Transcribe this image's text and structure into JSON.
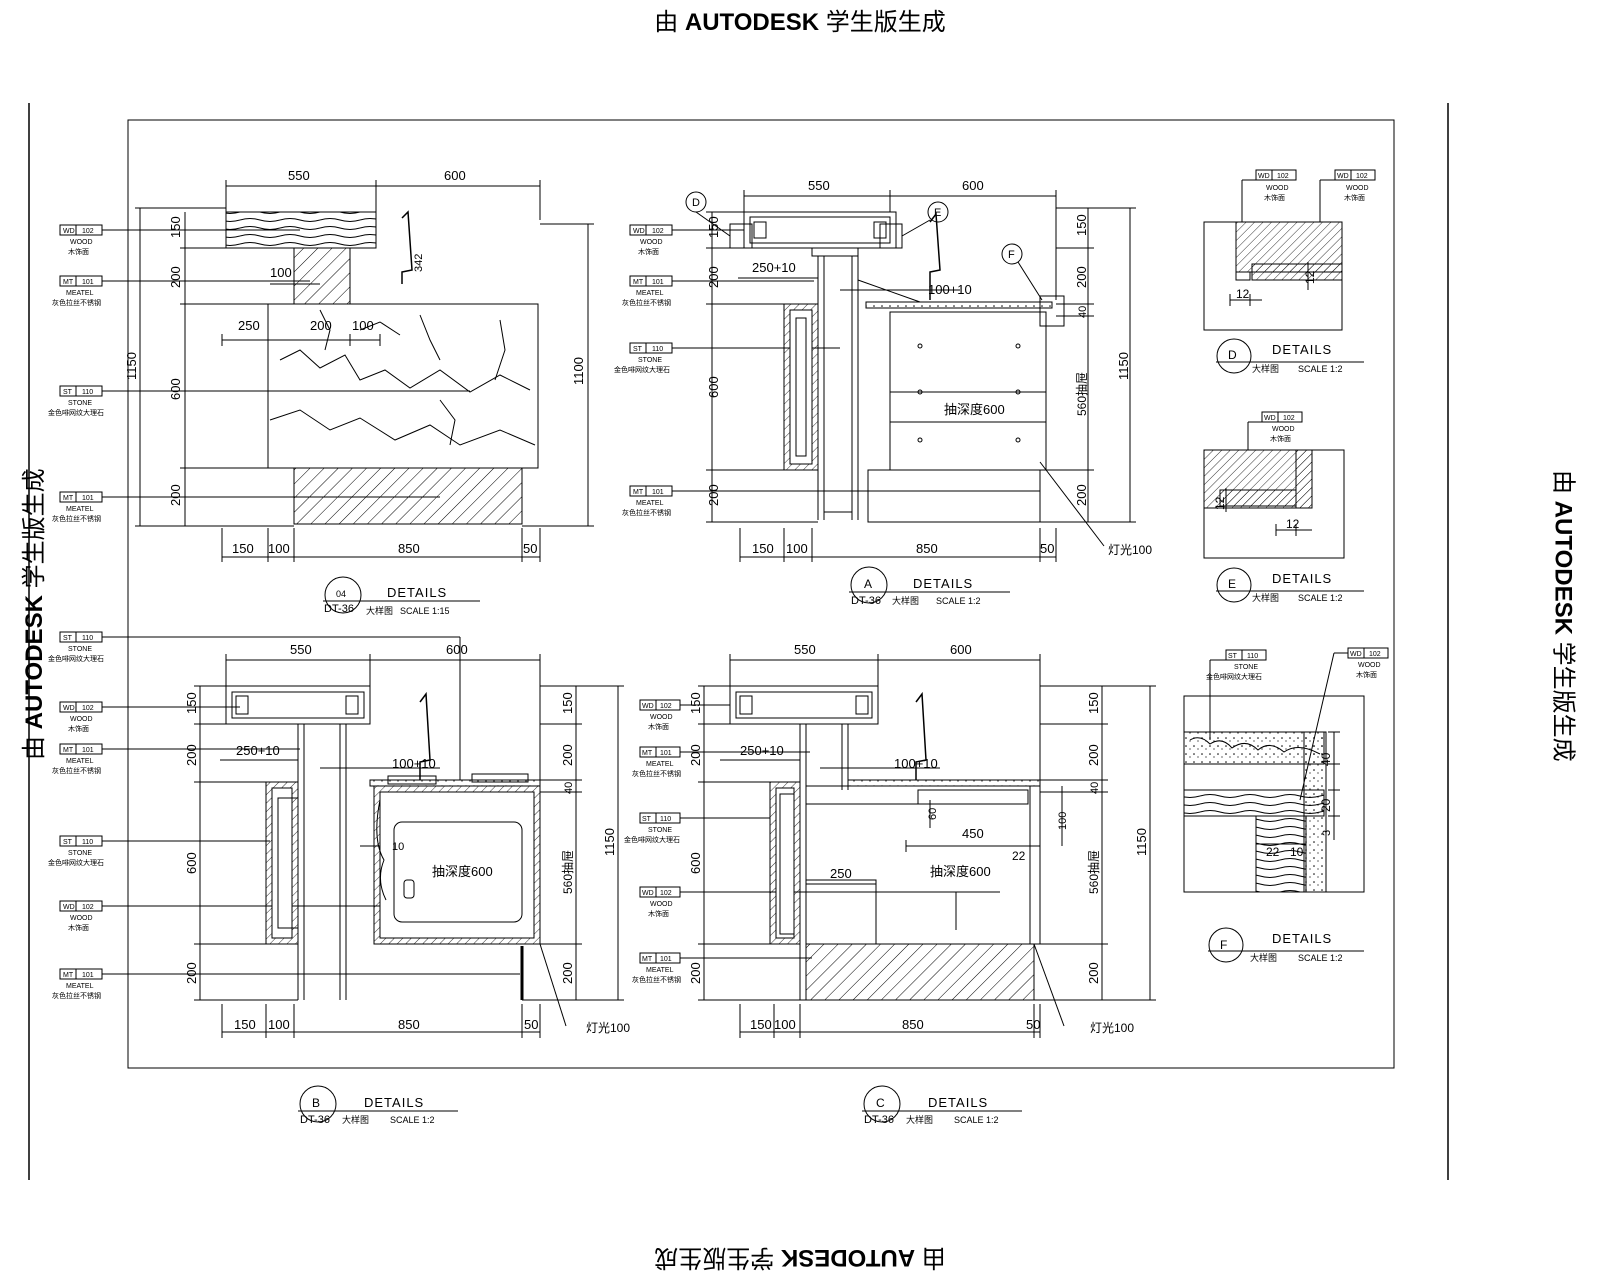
{
  "watermark": {
    "prefix": "由",
    "brand": "AUTODESK",
    "suffix": "学生版生成"
  },
  "tags": {
    "wd": {
      "code": "WD",
      "num": "102",
      "name": "WOOD",
      "note": "木饰面"
    },
    "mt": {
      "code": "MT",
      "num": "101",
      "name": "MEATEL",
      "note": "灰色拉丝不锈钢"
    },
    "st": {
      "code": "ST",
      "num": "110",
      "name": "STONE",
      "note": "金色啡网纹大理石"
    }
  },
  "dims": {
    "d550": "550",
    "d600": "600",
    "d150": "150",
    "d200": "200",
    "d100": "100",
    "d250": "250",
    "d850": "850",
    "d50": "50",
    "d1150": "1150",
    "d1100": "1100",
    "d342": "342",
    "d40": "40",
    "d250p10": "250+10",
    "d100p10": "100+10",
    "d560": "560抽屉",
    "drawer": "抽深度600",
    "light": "灯光100",
    "d12": "12",
    "d20": "20",
    "d3": "3",
    "d22": "22",
    "d10": "10",
    "d450": "450",
    "d60": "60"
  },
  "titles": {
    "details": "DETAILS",
    "big": "大样图",
    "scale12": "SCALE 1:2",
    "scale115": "SCALE 1:15",
    "ref": "DT-36",
    "n04": "04",
    "nA": "A",
    "nB": "B",
    "nC": "C",
    "nD": "D",
    "nE": "E",
    "nF": "F"
  }
}
